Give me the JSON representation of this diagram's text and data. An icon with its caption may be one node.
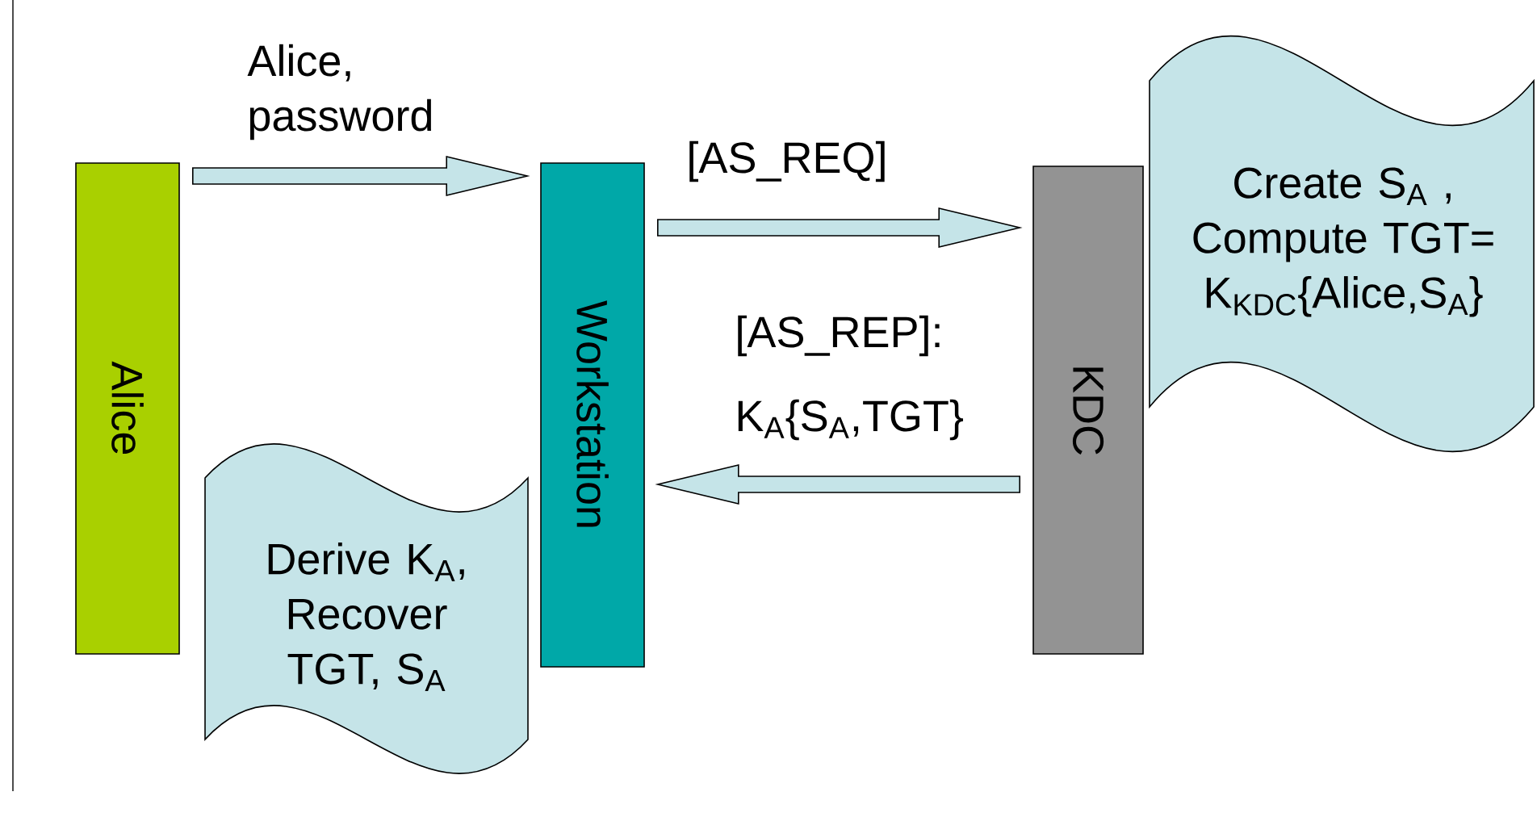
{
  "diagram": {
    "nodes": [
      {
        "text": [
          "Alice"
        ]
      },
      {
        "text": [
          "Workstation"
        ]
      },
      {
        "text": [
          "KDC"
        ]
      },
      {
        "text": [
          "Create S$_{A}$ , Compute TGT= K$_{KDC}${Alice,S$_{A}$}"
        ]
      },
      {
        "text": [
          "Derive K$_{A}$, Recover TGT, S$_{A}$"
        ]
      }
    ],
    "edges": [
      {
        "from": 0,
        "to": 1,
        "arrow": "to",
        "label": "Alice, password"
      },
      {
        "from": 1,
        "to": 2,
        "arrow": "to",
        "label": "[AS_REQ]"
      },
      {
        "from": 2,
        "to": 1,
        "arrow": "to",
        "label": "[AS_REP]: K$_{A}${S$_{A}$,TGT}"
      }
    ]
  }
}
